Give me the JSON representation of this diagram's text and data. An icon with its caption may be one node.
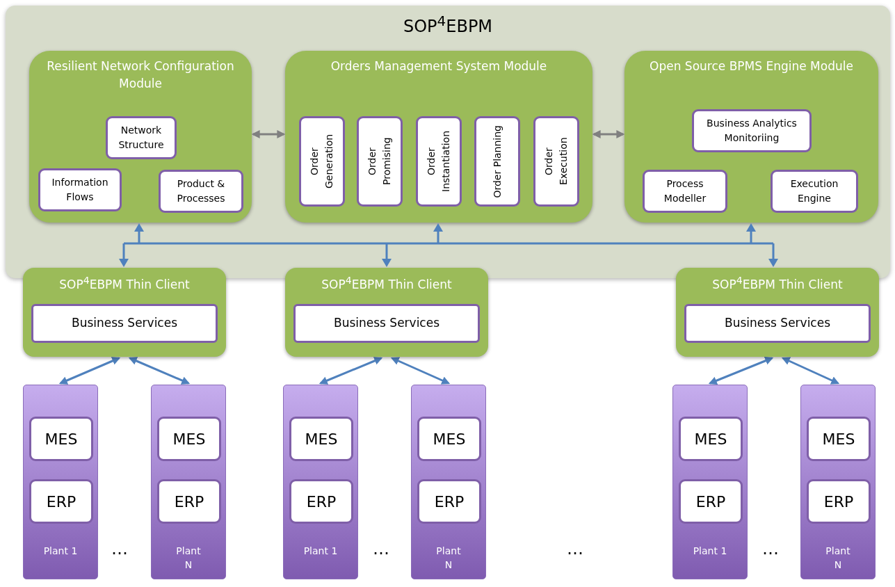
{
  "diagram": {
    "nodes": [
      {
        "text": [
          "SOP$^{4}$EBPM"
        ]
      },
      {
        "text": [
          "Resilient Network Configuration Module"
        ],
        "in": 0
      },
      {
        "text": [
          "Network Structure"
        ],
        "in": 1
      },
      {
        "text": [
          "Information Flows"
        ],
        "in": 1
      },
      {
        "text": [
          "Product & Processes"
        ],
        "in": 1
      },
      {
        "text": [
          "Orders Management System Module"
        ],
        "in": 0
      },
      {
        "text": [
          "Order Generation"
        ],
        "in": 5
      },
      {
        "text": [
          "Order Promising"
        ],
        "in": 5
      },
      {
        "text": [
          "Order Instantiation"
        ],
        "in": 5
      },
      {
        "text": [
          "Order Planning"
        ],
        "in": 5
      },
      {
        "text": [
          "Order Execution"
        ],
        "in": 5
      },
      {
        "text": [
          "Open Source BPMS Engine Module"
        ],
        "in": 0
      },
      {
        "text": [
          "Business Analytics Monitoriing"
        ],
        "in": 11
      },
      {
        "text": [
          "Process Modeller"
        ],
        "in": 11
      },
      {
        "text": [
          "Execution Engine"
        ],
        "in": 11
      },
      {
        "text": [
          "SOP$^{4}$EBPM Thin Client"
        ]
      },
      {
        "text": [
          "Business Services"
        ],
        "in": 15
      },
      {
        "text": [
          "Plant 1"
        ]
      },
      {
        "text": [
          "MES"
        ],
        "in": 17
      },
      {
        "text": [
          "ERP"
        ],
        "in": 17
      },
      {
        "text": [
          "Plant N"
        ]
      },
      {
        "text": [
          "MES"
        ],
        "in": 20
      },
      {
        "text": [
          "ERP"
        ],
        "in": 20
      },
      {
        "text": [
          "SOP$^{4}$EBPM Thin Client"
        ]
      },
      {
        "text": [
          "Business Services"
        ],
        "in": 23
      },
      {
        "text": [
          "Plant 1"
        ]
      },
      {
        "text": [
          "MES"
        ],
        "in": 25
      },
      {
        "text": [
          "ERP"
        ],
        "in": 25
      },
      {
        "text": [
          "Plant N"
        ]
      },
      {
        "text": [
          "MES"
        ],
        "in": 28
      },
      {
        "text": [
          "ERP"
        ],
        "in": 28
      },
      {
        "text": [
          "SOP$^{4}$EBPM Thin Client"
        ]
      },
      {
        "text": [
          "Business Services"
        ],
        "in": 31
      },
      {
        "text": [
          "Plant 1"
        ]
      },
      {
        "text": [
          "MES"
        ],
        "in": 33
      },
      {
        "text": [
          "ERP"
        ],
        "in": 33
      },
      {
        "text": [
          "Plant N"
        ]
      },
      {
        "text": [
          "MES"
        ],
        "in": 36
      },
      {
        "text": [
          "ERP"
        ],
        "in": 36
      }
    ],
    "edges": [
      {
        "from": 1,
        "to": 5,
        "arrow": "both",
        "color": "#808080"
      },
      {
        "from": 5,
        "to": 11,
        "arrow": "both",
        "color": "#808080"
      },
      {
        "from": 1,
        "to": 15,
        "arrow": "both"
      },
      {
        "from": 1,
        "to": 23,
        "arrow": "both"
      },
      {
        "from": 1,
        "to": 31,
        "arrow": "both"
      },
      {
        "from": 5,
        "to": 15,
        "arrow": "both"
      },
      {
        "from": 5,
        "to": 23,
        "arrow": "both"
      },
      {
        "from": 5,
        "to": 31,
        "arrow": "both"
      },
      {
        "from": 11,
        "to": 15,
        "arrow": "both"
      },
      {
        "from": 11,
        "to": 23,
        "arrow": "both"
      },
      {
        "from": 11,
        "to": 31,
        "arrow": "both"
      },
      {
        "from": 15,
        "to": 17,
        "arrow": "both"
      },
      {
        "from": 15,
        "to": 20,
        "arrow": "both"
      },
      {
        "from": 23,
        "to": 25,
        "arrow": "both"
      },
      {
        "from": 23,
        "to": 28,
        "arrow": "both"
      },
      {
        "from": 31,
        "to": 33,
        "arrow": "both"
      },
      {
        "from": 31,
        "to": 36,
        "arrow": "both"
      }
    ],
    "labels": [
      "…",
      "…",
      "…",
      "…"
    ]
  }
}
